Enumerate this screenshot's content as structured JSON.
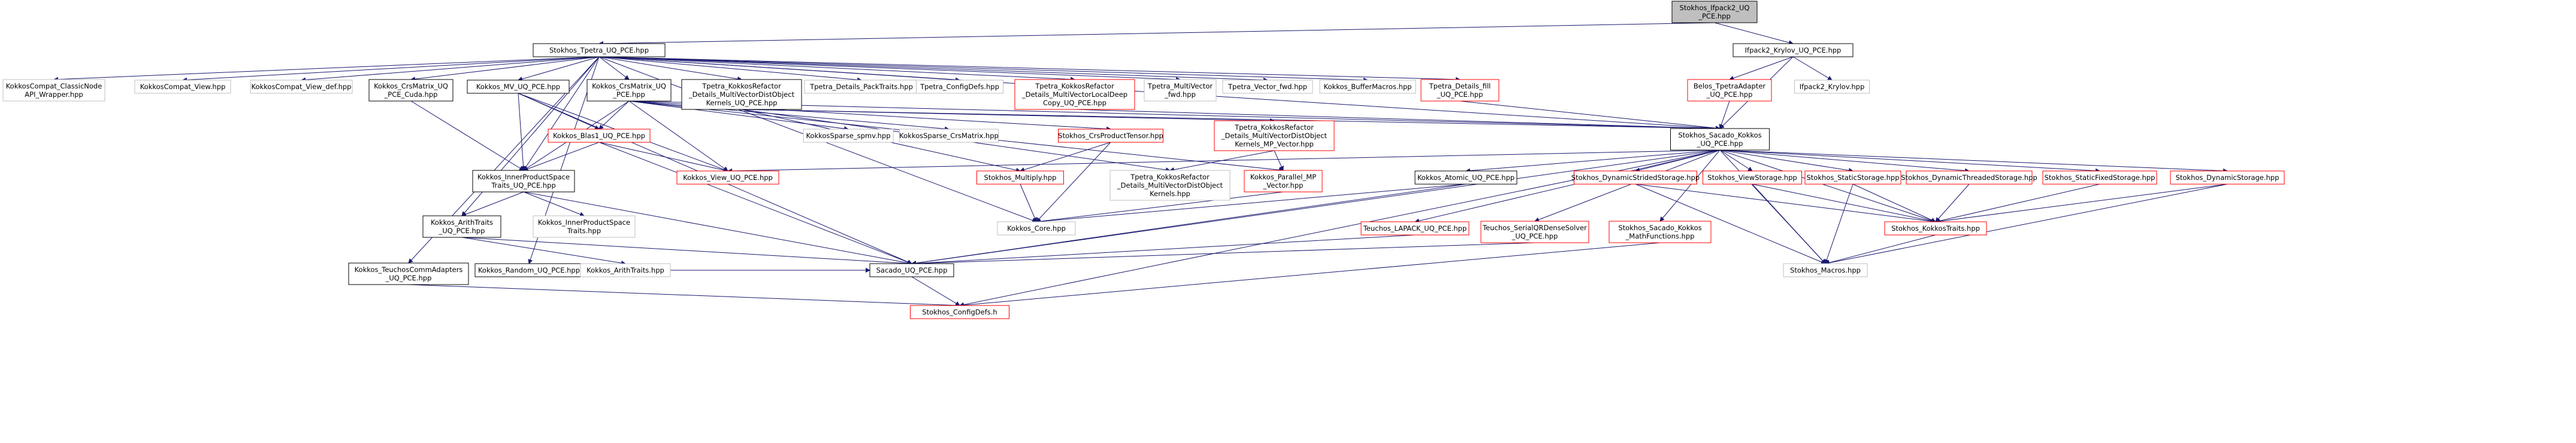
{
  "graph": {
    "nodes": [
      {
        "id": "root",
        "lines": [
          "Stokhos_Ifpack2_UQ",
          "_PCE.hpp"
        ],
        "style": "root"
      },
      {
        "id": "tpetra",
        "lines": [
          "Stokhos_Tpetra_UQ_PCE.hpp"
        ],
        "style": "black"
      },
      {
        "id": "ifpack2",
        "lines": [
          "Ifpack2_Krylov_UQ_PCE.hpp"
        ],
        "style": "black"
      },
      {
        "id": "kcnode",
        "lines": [
          "KokkosCompat_ClassicNode",
          "API_Wrapper.hpp"
        ],
        "style": "gray"
      },
      {
        "id": "kcview",
        "lines": [
          "KokkosCompat_View.hpp"
        ],
        "style": "gray"
      },
      {
        "id": "kcviewdef",
        "lines": [
          "KokkosCompat_View_def.hpp"
        ],
        "style": "gray"
      },
      {
        "id": "crscuda",
        "lines": [
          "Kokkos_CrsMatrix_UQ",
          "_PCE_Cuda.hpp"
        ],
        "style": "black"
      },
      {
        "id": "mvuq",
        "lines": [
          "Kokkos_MV_UQ_PCE.hpp"
        ],
        "style": "black"
      },
      {
        "id": "crsuq",
        "lines": [
          "Kokkos_CrsMatrix_UQ",
          "_PCE.hpp"
        ],
        "style": "black"
      },
      {
        "id": "mvdokernels",
        "lines": [
          "Tpetra_KokkosRefactor",
          "_Details_MultiVectorDistObject",
          "Kernels_UQ_PCE.hpp"
        ],
        "style": "black"
      },
      {
        "id": "packtraits",
        "lines": [
          "Tpetra_Details_PackTraits.hpp"
        ],
        "style": "gray"
      },
      {
        "id": "configdefs",
        "lines": [
          "Tpetra_ConfigDefs.hpp"
        ],
        "style": "gray"
      },
      {
        "id": "localdeep",
        "lines": [
          "Tpetra_KokkosRefactor",
          "_Details_MultiVectorLocalDeep",
          "Copy_UQ_PCE.hpp"
        ],
        "style": "red"
      },
      {
        "id": "mvfwd",
        "lines": [
          "Tpetra_MultiVector",
          "_fwd.hpp"
        ],
        "style": "gray"
      },
      {
        "id": "vecfwd",
        "lines": [
          "Tpetra_Vector_fwd.hpp"
        ],
        "style": "gray"
      },
      {
        "id": "buffermacros",
        "lines": [
          "Kokkos_BufferMacros.hpp"
        ],
        "style": "gray"
      },
      {
        "id": "detailsfill",
        "lines": [
          "Tpetra_Details_fill",
          "_UQ_PCE.hpp"
        ],
        "style": "red"
      },
      {
        "id": "belos",
        "lines": [
          "Belos_TpetraAdapter",
          "_UQ_PCE.hpp"
        ],
        "style": "red"
      },
      {
        "id": "ifpack2krylov",
        "lines": [
          "Ifpack2_Krylov.hpp"
        ],
        "style": "gray"
      },
      {
        "id": "spmv",
        "lines": [
          "KokkosSparse_spmv.hpp"
        ],
        "style": "gray"
      },
      {
        "id": "crsmatrix",
        "lines": [
          "KokkosSparse_CrsMatrix.hpp"
        ],
        "style": "gray"
      },
      {
        "id": "crstensor",
        "lines": [
          "Stokhos_CrsProductTensor.hpp"
        ],
        "style": "red"
      },
      {
        "id": "mpvector",
        "lines": [
          "Tpetra_KokkosRefactor",
          "_Details_MultiVectorDistObject",
          "Kernels_MP_Vector.hpp"
        ],
        "style": "red"
      },
      {
        "id": "sacado",
        "lines": [
          "Stokhos_Sacado_Kokkos",
          "_UQ_PCE.hpp"
        ],
        "style": "black"
      },
      {
        "id": "blas1",
        "lines": [
          "Kokkos_Blas1_UQ_PCE.hpp"
        ],
        "style": "red"
      },
      {
        "id": "innerprod",
        "lines": [
          "Kokkos_InnerProductSpace",
          "Traits_UQ_PCE.hpp"
        ],
        "style": "black"
      },
      {
        "id": "viewuq",
        "lines": [
          "Kokkos_View_UQ_PCE.hpp"
        ],
        "style": "red"
      },
      {
        "id": "multiply",
        "lines": [
          "Stokhos_Multiply.hpp"
        ],
        "style": "red"
      },
      {
        "id": "mvdokernelsgray",
        "lines": [
          "Tpetra_KokkosRefactor",
          "_Details_MultiVectorDistObject",
          "Kernels.hpp"
        ],
        "style": "gray"
      },
      {
        "id": "parallelmp",
        "lines": [
          "Kokkos_Parallel_MP",
          "_Vector.hpp"
        ],
        "style": "red"
      },
      {
        "id": "atomic",
        "lines": [
          "Kokkos_Atomic_UQ_PCE.hpp"
        ],
        "style": "black"
      },
      {
        "id": "dynstrided",
        "lines": [
          "Stokhos_DynamicStridedStorage.hpp"
        ],
        "style": "red"
      },
      {
        "id": "viewstorage",
        "lines": [
          "Stokhos_ViewStorage.hpp"
        ],
        "style": "red"
      },
      {
        "id": "staticstorage",
        "lines": [
          "Stokhos_StaticStorage.hpp"
        ],
        "style": "red"
      },
      {
        "id": "dynthreaded",
        "lines": [
          "Stokhos_DynamicThreadedStorage.hpp"
        ],
        "style": "red"
      },
      {
        "id": "staticfixed",
        "lines": [
          "Stokhos_StaticFixedStorage.hpp"
        ],
        "style": "red"
      },
      {
        "id": "dynstorage",
        "lines": [
          "Stokhos_DynamicStorage.hpp"
        ],
        "style": "red"
      },
      {
        "id": "arithuq",
        "lines": [
          "Kokkos_ArithTraits",
          "_UQ_PCE.hpp"
        ],
        "style": "black"
      },
      {
        "id": "innerprodgray",
        "lines": [
          "Kokkos_InnerProductSpace",
          "Traits.hpp"
        ],
        "style": "gray"
      },
      {
        "id": "core",
        "lines": [
          "Kokkos_Core.hpp"
        ],
        "style": "gray"
      },
      {
        "id": "lapack",
        "lines": [
          "Teuchos_LAPACK_UQ_PCE.hpp"
        ],
        "style": "red"
      },
      {
        "id": "serialqr",
        "lines": [
          "Teuchos_SerialQRDenseSolver",
          "_UQ_PCE.hpp"
        ],
        "style": "red"
      },
      {
        "id": "mathfunc",
        "lines": [
          "Stokhos_Sacado_Kokkos",
          "_MathFunctions.hpp"
        ],
        "style": "red"
      },
      {
        "id": "kokkostraits",
        "lines": [
          "Stokhos_KokkosTraits.hpp"
        ],
        "style": "red"
      },
      {
        "id": "commadapters",
        "lines": [
          "Kokkos_TeuchosCommAdapters",
          "_UQ_PCE.hpp"
        ],
        "style": "black"
      },
      {
        "id": "randomuq",
        "lines": [
          "Kokkos_Random_UQ_PCE.hpp"
        ],
        "style": "black"
      },
      {
        "id": "arithgray",
        "lines": [
          "Kokkos_ArithTraits.hpp"
        ],
        "style": "gray"
      },
      {
        "id": "sacadouq",
        "lines": [
          "Sacado_UQ_PCE.hpp"
        ],
        "style": "black"
      },
      {
        "id": "macros",
        "lines": [
          "Stokhos_Macros.hpp"
        ],
        "style": "gray"
      },
      {
        "id": "configh",
        "lines": [
          "Stokhos_ConfigDefs.h"
        ],
        "style": "red"
      }
    ],
    "edges": [
      [
        "root",
        "tpetra"
      ],
      [
        "root",
        "ifpack2"
      ],
      [
        "tpetra",
        "kcnode"
      ],
      [
        "tpetra",
        "kcview"
      ],
      [
        "tpetra",
        "kcviewdef"
      ],
      [
        "tpetra",
        "crscuda"
      ],
      [
        "tpetra",
        "mvuq"
      ],
      [
        "tpetra",
        "crsuq"
      ],
      [
        "tpetra",
        "mvdokernels"
      ],
      [
        "tpetra",
        "packtraits"
      ],
      [
        "tpetra",
        "configdefs"
      ],
      [
        "tpetra",
        "localdeep"
      ],
      [
        "tpetra",
        "mvfwd"
      ],
      [
        "tpetra",
        "vecfwd"
      ],
      [
        "tpetra",
        "buffermacros"
      ],
      [
        "tpetra",
        "detailsfill"
      ],
      [
        "tpetra",
        "sacado"
      ],
      [
        "tpetra",
        "commadapters"
      ],
      [
        "tpetra",
        "randomuq"
      ],
      [
        "tpetra",
        "innerprod"
      ],
      [
        "tpetra",
        "arithuq"
      ],
      [
        "tpetra",
        "core"
      ],
      [
        "ifpack2",
        "belos"
      ],
      [
        "ifpack2",
        "ifpack2krylov"
      ],
      [
        "ifpack2",
        "sacado"
      ],
      [
        "crscuda",
        "innerprod"
      ],
      [
        "mvuq",
        "blas1"
      ],
      [
        "mvuq",
        "viewuq"
      ],
      [
        "mvuq",
        "innerprod"
      ],
      [
        "mvuq",
        "sacadouq"
      ],
      [
        "crsuq",
        "spmv"
      ],
      [
        "crsuq",
        "crsmatrix"
      ],
      [
        "crsuq",
        "viewuq"
      ],
      [
        "crsuq",
        "crstensor"
      ],
      [
        "crsuq",
        "blas1"
      ],
      [
        "crsuq",
        "parallelmp"
      ],
      [
        "crsuq",
        "sacado"
      ],
      [
        "crsuq",
        "innerprod"
      ],
      [
        "mvdokernels",
        "mpvector"
      ],
      [
        "mvdokernels",
        "mvdokernelsgray"
      ],
      [
        "mvdokernels",
        "sacado"
      ],
      [
        "mvdokernels",
        "multiply"
      ],
      [
        "localdeep",
        "sacado"
      ],
      [
        "detailsfill",
        "sacado"
      ],
      [
        "belos",
        "sacado"
      ],
      [
        "crstensor",
        "multiply"
      ],
      [
        "crstensor",
        "core"
      ],
      [
        "mpvector",
        "mvdokernelsgray"
      ],
      [
        "mpvector",
        "parallelmp"
      ],
      [
        "blas1",
        "viewuq"
      ],
      [
        "blas1",
        "innerprod"
      ],
      [
        "blas1",
        "sacadouq"
      ],
      [
        "innerprod",
        "arithuq"
      ],
      [
        "innerprod",
        "innerprodgray"
      ],
      [
        "innerprod",
        "sacadouq"
      ],
      [
        "multiply",
        "core"
      ],
      [
        "parallelmp",
        "core"
      ],
      [
        "atomic",
        "core"
      ],
      [
        "atomic",
        "sacadouq"
      ],
      [
        "sacado",
        "viewuq"
      ],
      [
        "sacado",
        "atomic"
      ],
      [
        "sacado",
        "dynstrided"
      ],
      [
        "sacado",
        "viewstorage"
      ],
      [
        "sacado",
        "staticstorage"
      ],
      [
        "sacado",
        "dynthreaded"
      ],
      [
        "sacado",
        "staticfixed"
      ],
      [
        "sacado",
        "dynstorage"
      ],
      [
        "sacado",
        "lapack"
      ],
      [
        "sacado",
        "serialqr"
      ],
      [
        "sacado",
        "mathfunc"
      ],
      [
        "sacado",
        "kokkostraits"
      ],
      [
        "sacado",
        "macros"
      ],
      [
        "sacado",
        "configh"
      ],
      [
        "sacado",
        "sacadouq"
      ],
      [
        "dynstrided",
        "kokkostraits"
      ],
      [
        "dynstrided",
        "macros"
      ],
      [
        "viewstorage",
        "kokkostraits"
      ],
      [
        "viewstorage",
        "macros"
      ],
      [
        "staticstorage",
        "kokkostraits"
      ],
      [
        "staticstorage",
        "macros"
      ],
      [
        "dynthreaded",
        "kokkostraits"
      ],
      [
        "staticfixed",
        "kokkostraits"
      ],
      [
        "dynstorage",
        "kokkostraits"
      ],
      [
        "dynstorage",
        "macros"
      ],
      [
        "kokkostraits",
        "macros"
      ],
      [
        "arithuq",
        "arithgray"
      ],
      [
        "arithuq",
        "sacadouq"
      ],
      [
        "lapack",
        "sacadouq"
      ],
      [
        "serialqr",
        "sacadouq"
      ],
      [
        "mathfunc",
        "configh"
      ],
      [
        "commadapters",
        "configh"
      ],
      [
        "randomuq",
        "sacadouq"
      ],
      [
        "sacadouq",
        "configh"
      ]
    ]
  }
}
